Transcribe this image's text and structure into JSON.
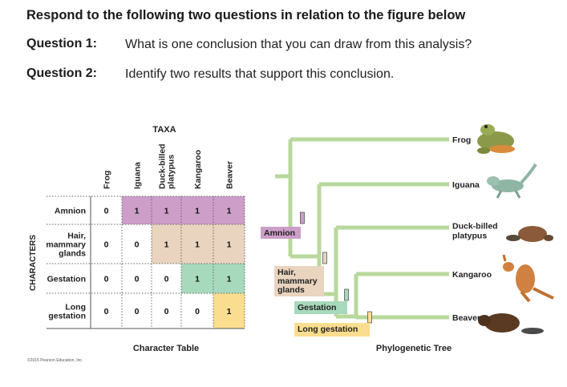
{
  "heading": "Respond to the following two questions in relation to the figure below",
  "questions": [
    {
      "label": "Question 1:",
      "text": "What is one conclusion that you can draw from this analysis?"
    },
    {
      "label": "Question 2:",
      "text": "Identify two results that support this conclusion."
    }
  ],
  "table": {
    "taxa_header": "TAXA",
    "characters_header": "CHARACTERS",
    "taxa": [
      [
        "Frog"
      ],
      [
        "Iguana"
      ],
      [
        "Duck-billed",
        "platypus"
      ],
      [
        "Kangaroo"
      ],
      [
        "Beaver"
      ]
    ],
    "characters": [
      [
        "Amnion"
      ],
      [
        "Hair,",
        "mammary",
        "glands"
      ],
      [
        "Gestation"
      ],
      [
        "Long",
        "gestation"
      ]
    ],
    "matrix": [
      [
        "0",
        "1",
        "1",
        "1",
        "1"
      ],
      [
        "0",
        "0",
        "1",
        "1",
        "1"
      ],
      [
        "0",
        "0",
        "0",
        "1",
        "1"
      ],
      [
        "0",
        "0",
        "0",
        "0",
        "1"
      ]
    ],
    "row_colors": [
      "#cc9ec8",
      "#e9d4bf",
      "#a7d9bd",
      "#fbdd8f"
    ],
    "caption": "Character Table"
  },
  "tree": {
    "taxa": [
      [
        "Frog"
      ],
      [
        "Iguana"
      ],
      [
        "Duck-billed",
        "platypus"
      ],
      [
        "Kangaroo"
      ],
      [
        "Beaver"
      ]
    ],
    "traits": [
      {
        "label": [
          "Amnion"
        ],
        "color": "#cc9ec8"
      },
      {
        "label": [
          "Hair,",
          "mammary",
          "glands"
        ],
        "color": "#e9d4bf"
      },
      {
        "label": [
          "Gestation"
        ],
        "color": "#a7d9bd"
      },
      {
        "label": [
          "Long gestation"
        ],
        "color": "#fbdd8f"
      }
    ],
    "branch_color": "#b8d89c",
    "caption": "Phylogenetic Tree"
  },
  "copyright": "©2015 Pearson Education, Inc."
}
